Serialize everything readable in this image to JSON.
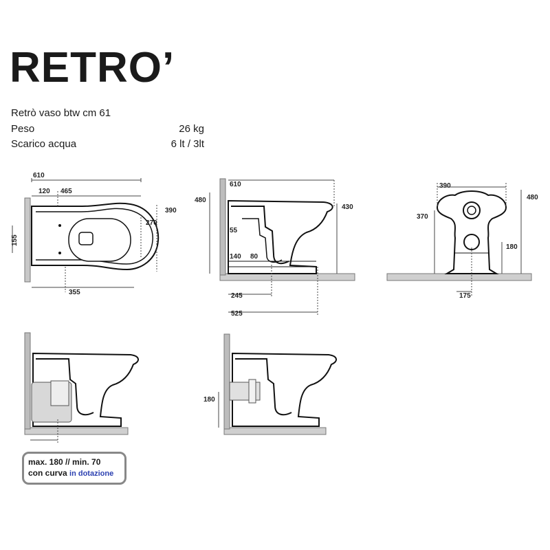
{
  "title": "RETRO’",
  "specs": {
    "product": "Retrò vaso btw cm 61",
    "weight_label": "Peso",
    "weight_value": "26 kg",
    "flush_label": "Scarico acqua",
    "flush_value": "6 lt / 3lt"
  },
  "top_view": {
    "d610": "610",
    "d120": "120",
    "d465": "465",
    "d390": "390",
    "d270": "270",
    "d155": "155",
    "d355": "355"
  },
  "side_view": {
    "d610": "610",
    "d480": "480",
    "d430": "430",
    "d55": "55",
    "d140": "140",
    "d80": "80",
    "d245": "245",
    "d525": "525"
  },
  "rear_view": {
    "d390": "390",
    "d480": "480",
    "d370": "370",
    "d180": "180",
    "d175": "175"
  },
  "variant_view": {
    "d180": "180"
  },
  "note": {
    "line1": "max. 180 //  min. 70",
    "line2_prefix": "con curva ",
    "line2_accent": "in dotazione"
  },
  "colors": {
    "accent": "#2a3fb0",
    "floor": "#cfcfcf",
    "wall": "#bdbdbd"
  }
}
